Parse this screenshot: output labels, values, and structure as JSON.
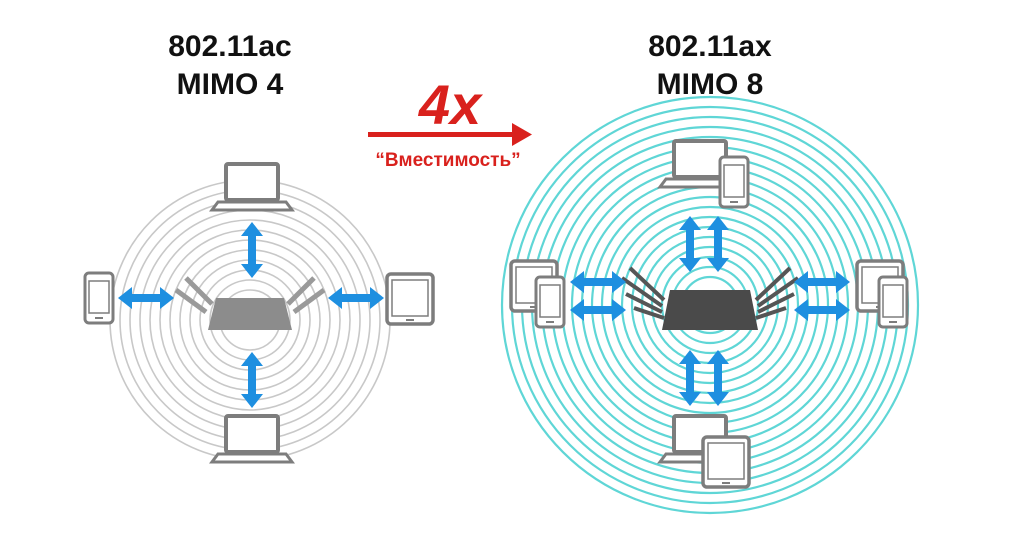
{
  "left": {
    "standard": "802.11ac",
    "mimo": "MIMO 4"
  },
  "right": {
    "standard": "802.11ax",
    "mimo": "MIMO 8"
  },
  "comparison": {
    "multiplier": "4x",
    "label": "“Вместимость”"
  },
  "colors": {
    "accent": "#d9211d",
    "arrow": "#1e8fe0",
    "rings_ac": "#c8c8c8",
    "rings_ax": "#5fd6d6",
    "router": "#6a6a6a",
    "device": "#7d7d7d"
  },
  "icons": [
    "laptop-icon",
    "phone-icon",
    "tablet-icon",
    "router-icon",
    "double-arrow-icon"
  ]
}
